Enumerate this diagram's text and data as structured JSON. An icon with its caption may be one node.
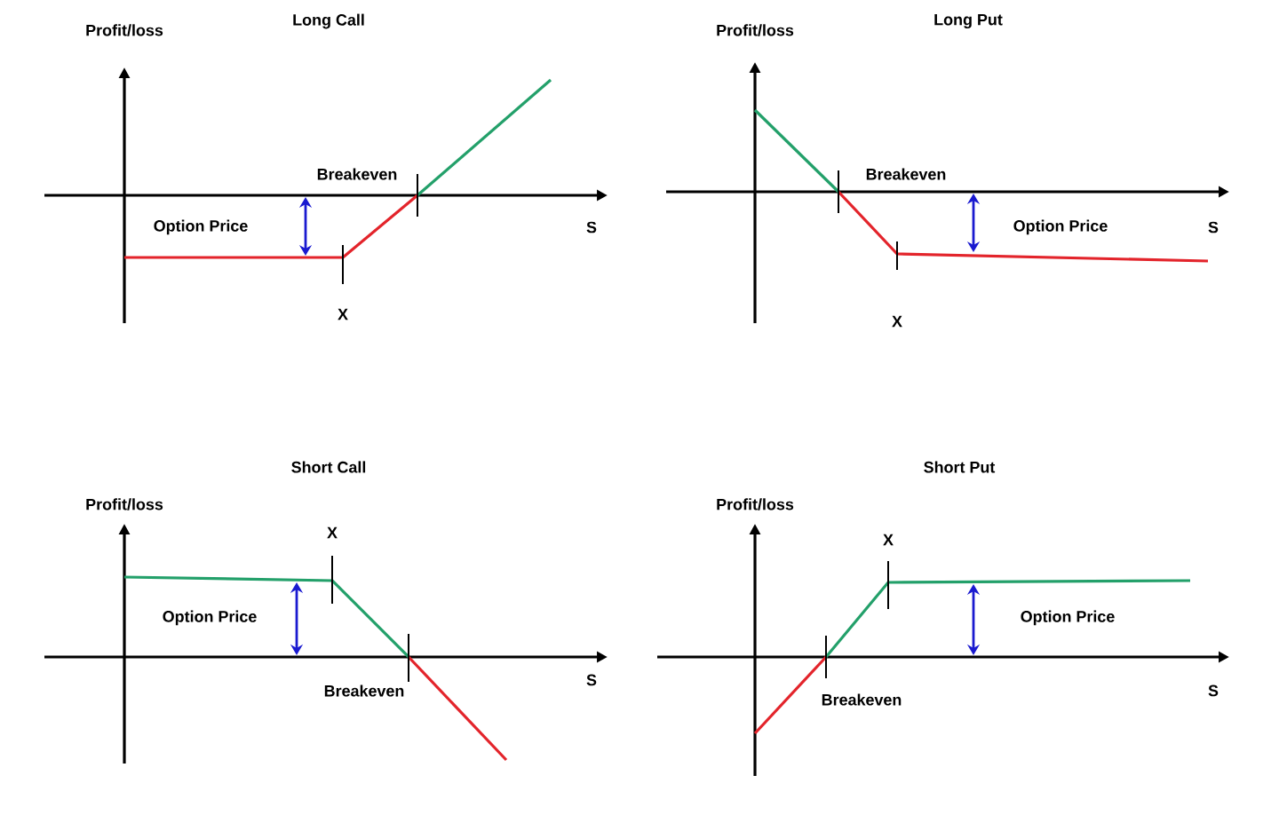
{
  "diagram": {
    "labels": [
      "Long Call",
      "Profit/loss",
      "Breakeven",
      "Option Price",
      "S",
      "X",
      "Long Put",
      "Profit/loss",
      "Breakeven",
      "Option Price",
      "S",
      "X",
      "Short Call",
      "Profit/loss",
      "X",
      "Option Price",
      "S",
      "Breakeven",
      "Short Put",
      "Profit/loss",
      "X",
      "Option Price",
      "S",
      "Breakeven"
    ]
  }
}
